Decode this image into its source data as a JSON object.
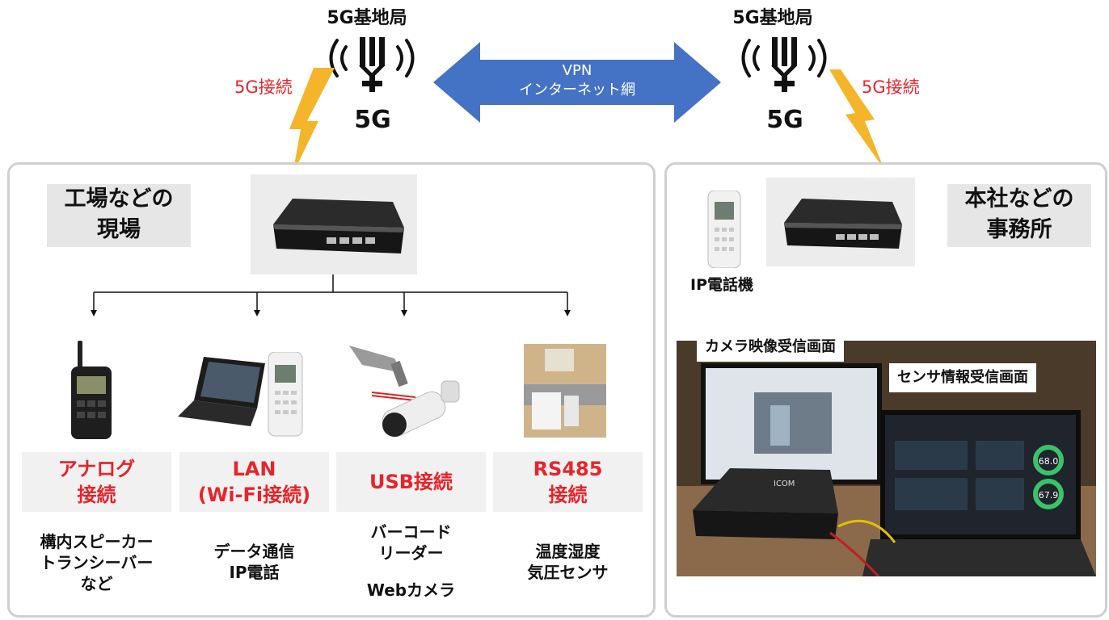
{
  "towers": [
    {
      "label": "5G基地局",
      "mark": "5G"
    },
    {
      "label": "5G基地局",
      "mark": "5G"
    }
  ],
  "connections": {
    "left": "5G接続",
    "right": "5G接続"
  },
  "vpn": {
    "line1": "VPN",
    "line2": "インターネット網",
    "color": "#4472c4"
  },
  "site": {
    "title_line1": "工場などの",
    "title_line2": "現場",
    "categories": [
      {
        "title_line1": "アナログ",
        "title_line2": "接続",
        "desc": [
          "構内スピーカー",
          "トランシーバー",
          "など"
        ]
      },
      {
        "title_line1": "LAN",
        "title_line2": "(Wi-Fi接続)",
        "desc": [
          "データ通信",
          "IP電話"
        ]
      },
      {
        "title_line1": "USB接続",
        "title_line2": "",
        "desc": [
          "バーコード",
          "リーダー",
          "",
          "Webカメラ"
        ]
      },
      {
        "title_line1": "RS485",
        "title_line2": "接続",
        "desc": [
          "温度湿度",
          "気圧センサ"
        ]
      }
    ]
  },
  "office": {
    "title_line1": "本社などの",
    "title_line2": "事務所",
    "phone_label": "IP電話機",
    "camera_caption": "カメラ映像受信画面",
    "sensor_caption": "センサ情報受信画面",
    "gauge_values": [
      "68.0",
      "67.9"
    ],
    "router_brand": "ICOM"
  },
  "colors": {
    "accent_red": "#e8242a",
    "lightning": "#f5b52a",
    "panel_border": "#cfcfcf"
  }
}
